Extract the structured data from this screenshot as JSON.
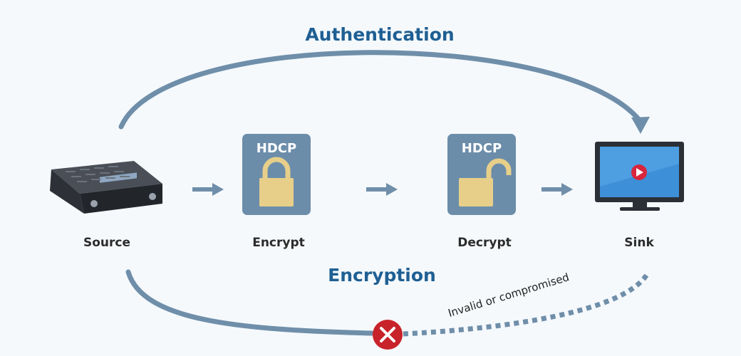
{
  "titles": {
    "authentication": "Authentication",
    "encryption": "Encryption"
  },
  "nodes": {
    "source": "Source",
    "encrypt": "Encrypt",
    "decrypt": "Decrypt",
    "sink": "Sink"
  },
  "badges": {
    "encrypt": "HDCP",
    "decrypt": "HDCP"
  },
  "annotations": {
    "failure": "Invalid or compromised"
  },
  "colors": {
    "background": "#f5f9fc",
    "arc": "#6f8ea9",
    "title": "#1f5f93",
    "hdcp_box": "#6c8daa",
    "lock": "#e7cf8a",
    "error": "#c8222a"
  },
  "icons": {
    "source": "av-receiver-icon",
    "sink": "monitor-play-icon",
    "encrypt": "locked-padlock-icon",
    "decrypt": "unlocked-padlock-icon",
    "failure": "error-x-icon"
  }
}
